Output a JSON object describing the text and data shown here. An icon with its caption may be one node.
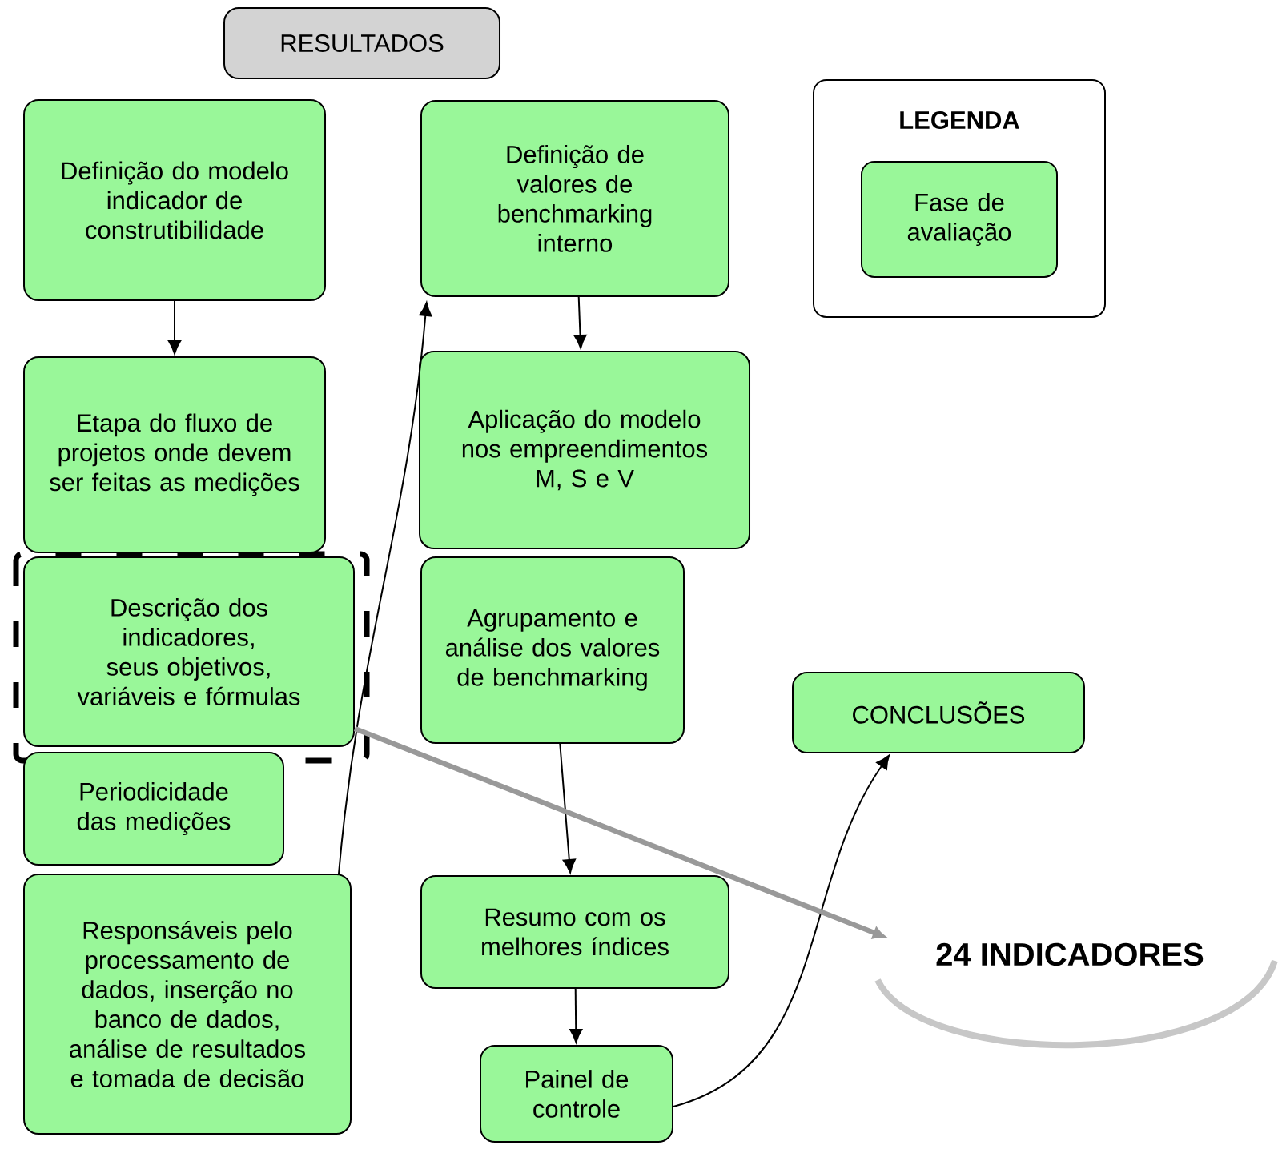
{
  "diagram": {
    "nodes": [
      {
        "text": [
          "RESULTADOS"
        ]
      },
      {
        "text": [
          "Definição do modelo indicador de construtibilidade"
        ]
      },
      {
        "text": [
          "Etapa do fluxo de projetos onde devem ser feitas as medições"
        ]
      },
      {
        "text": [
          "Descrição dos indicadores, seus objetivos, variáveis e fórmulas"
        ]
      },
      {
        "text": [
          "Periodicidade das medições"
        ]
      },
      {
        "text": [
          "Responsáveis pelo processamento de dados, inserção no banco de dados, análise de resultados e tomada de decisão"
        ]
      },
      {
        "text": [
          "Definição de valores de benchmarking interno"
        ]
      },
      {
        "text": [
          "Aplicação do modelo nos empreendimentos M, S e V"
        ]
      },
      {
        "text": [
          "Agrupamento e análise dos valores de benchmarking"
        ]
      },
      {
        "text": [
          "Resumo com os melhores índices"
        ]
      },
      {
        "text": [
          "Painel de controle"
        ]
      },
      {
        "text": [
          "CONCLUSÕES"
        ]
      },
      {
        "text": [
          "24 INDICADORES"
        ]
      }
    ],
    "edges": [
      {
        "from": 1,
        "to": 2,
        "arrow": "to"
      },
      {
        "from": 5,
        "to": 6,
        "arrow": "to"
      },
      {
        "from": 6,
        "to": 7,
        "arrow": "to"
      },
      {
        "from": 8,
        "to": 9,
        "arrow": "to"
      },
      {
        "from": 9,
        "to": 10,
        "arrow": "to"
      },
      {
        "from": 10,
        "to": 11,
        "arrow": "to"
      },
      {
        "from": 3,
        "to": 12,
        "arrow": "to",
        "style": "thick",
        "color": "#999999"
      }
    ],
    "labels": [
      "LEGENDA"
    ],
    "legend": [
      {
        "text": "Fase de avaliação",
        "color": "#99f799"
      }
    ]
  }
}
